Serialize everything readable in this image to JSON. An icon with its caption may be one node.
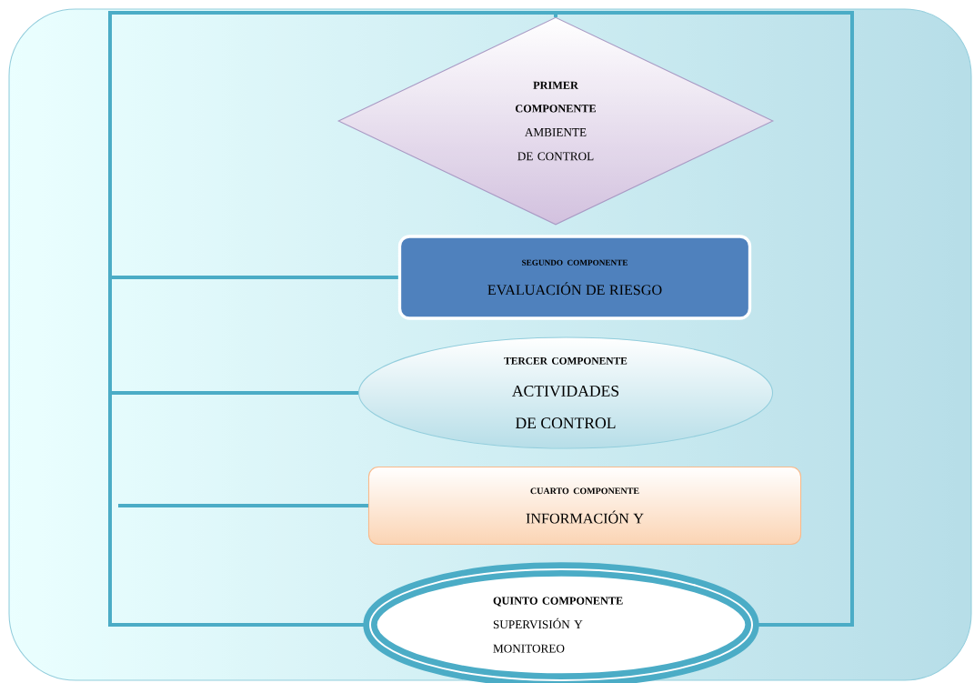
{
  "diagram": {
    "nodes": [
      {
        "text": [
          "PRIMER COMPONENTE",
          "AMBIENTE DE CONTROL"
        ]
      },
      {
        "text": [
          "SEGUNDO COMPONENTE",
          "EVALUACIÓN DE RIESGO"
        ]
      },
      {
        "text": [
          "TERCER COMPONENTE",
          "ACTIVIDADES DE CONTROL"
        ]
      },
      {
        "text": [
          "CUARTO COMPONENTE",
          "INFORMACIÓN Y"
        ]
      },
      {
        "text": [
          "QUINTO COMPONENTE",
          "SUPERVISIÓN Y MONITOREO"
        ]
      }
    ],
    "edges": [
      {
        "from": 0,
        "to": 1,
        "arrow": "none"
      },
      {
        "from": 0,
        "to": 2,
        "arrow": "none"
      },
      {
        "from": null,
        "to": 3,
        "arrow": "none"
      },
      {
        "from": 0,
        "to": 4,
        "arrow": "none"
      },
      {
        "from": 0,
        "to": 4,
        "arrow": "none"
      }
    ]
  }
}
